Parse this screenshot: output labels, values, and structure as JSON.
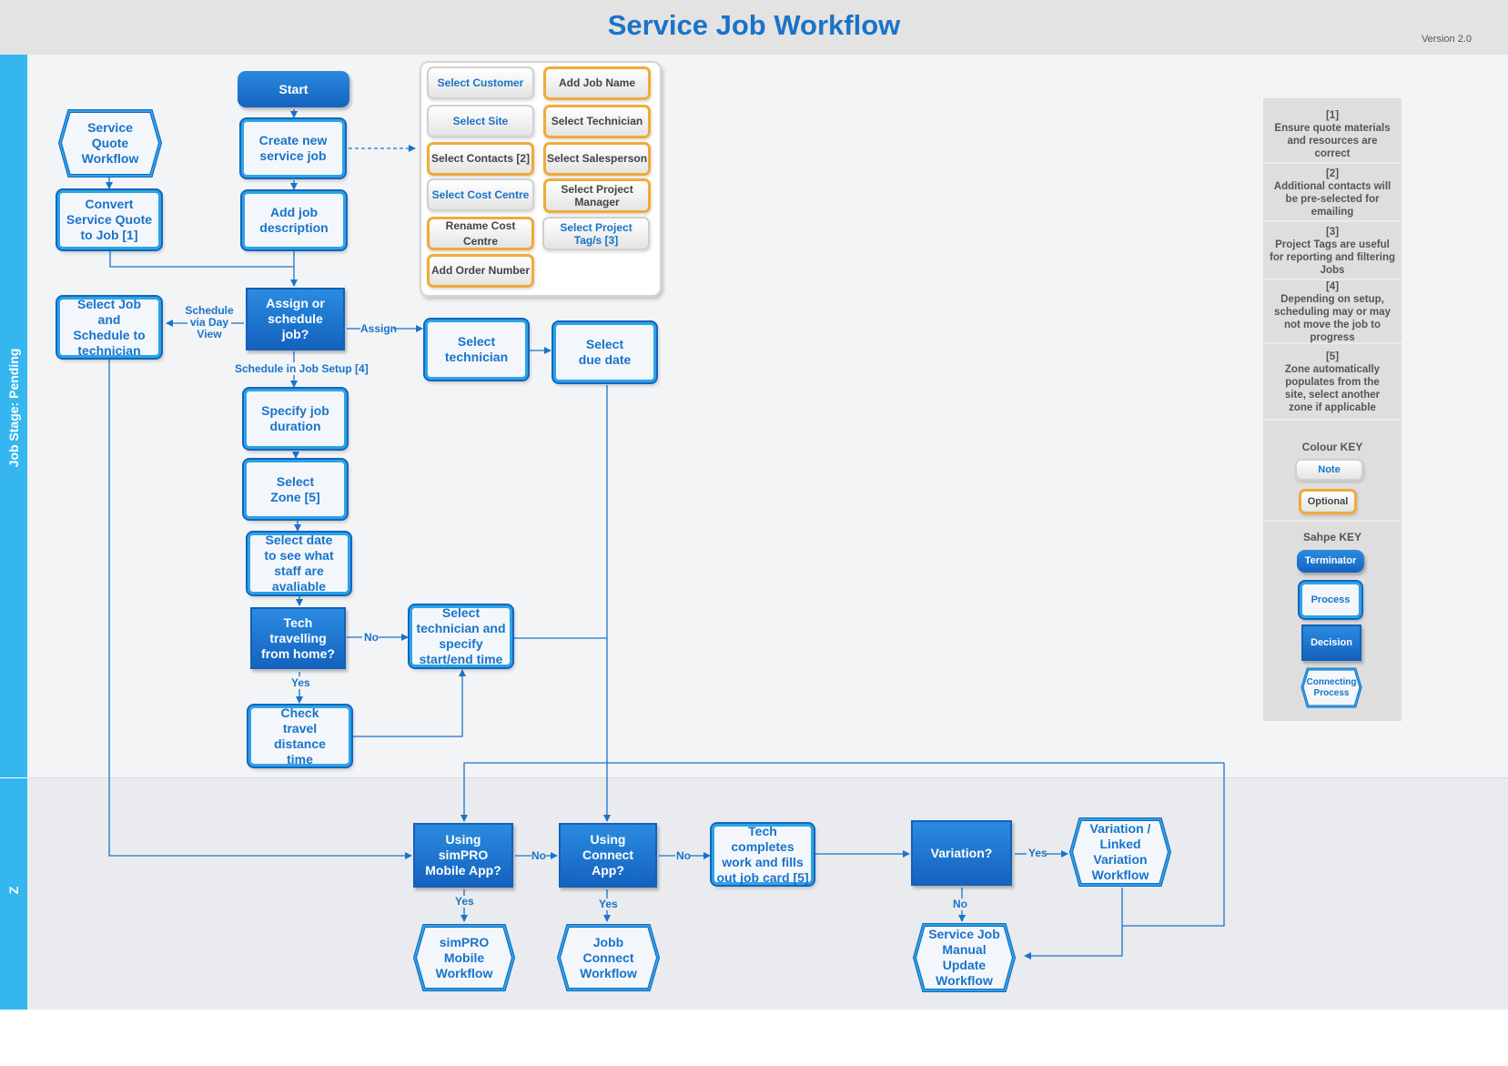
{
  "header": {
    "title": "Service Job Workflow",
    "version": "Version 2.0"
  },
  "lanes": {
    "pending": "Job Stage: Pending",
    "progress": "Z"
  },
  "nodes": {
    "start": "Start",
    "create_job": "Create new service job",
    "add_description": "Add job description",
    "service_quote_workflow": "Service Quote Workflow",
    "convert_quote": "Convert Service Quote to Job [1]",
    "assign_or_schedule": "Assign or schedule job?",
    "select_job_schedule": "Select Job and Schedule to technician",
    "select_technician": "Select technician",
    "select_due_date": "Select due date",
    "specify_duration": "Specify job duration",
    "select_zone": "Select Zone [5]",
    "select_date": "Select date to see what staff are avaliable",
    "tech_travelling": "Tech travelling from home?",
    "select_tech_time": "Select technician and specify start/end time",
    "check_travel": "Check travel distance time",
    "using_simpro_app": "Using simPRO Mobile App?",
    "using_connect_app": "Using Connect App?",
    "tech_completes": "Tech completes work and fills out job card [5]",
    "variation": "Variation?",
    "variation_workflow": "Variation / Linked Variation Workflow",
    "simpro_mobile_workflow": "simPRO Mobile Workflow",
    "jobb_connect_workflow": "Jobb Connect Workflow",
    "manual_update_workflow": "Service Job Manual Update Workflow"
  },
  "edge_labels": {
    "schedule_day_view": "Schedule via Day View",
    "assign": "Assign",
    "schedule_job_setup": "Schedule in Job Setup [4]",
    "no1": "No",
    "yes1": "Yes",
    "no2": "No",
    "no3": "No",
    "yes2": "Yes",
    "yes3": "Yes",
    "yes4": "Yes",
    "no4": "No"
  },
  "fields": {
    "select_customer": "Select Customer",
    "add_job_name": "Add Job Name",
    "select_site": "Select Site",
    "select_technician": "Select Technician",
    "select_contacts": "Select Contacts [2]",
    "select_salesperson": "Select Salesperson",
    "select_cost_centre": "Select Cost Centre",
    "select_project_manager": "Select Project Manager",
    "rename_cost_centre": "Rename Cost Centre",
    "select_project_tags": "Select Project Tag/s [3]",
    "add_order_number": "Add Order Number"
  },
  "notes": [
    {
      "num": "[1]",
      "text": "Ensure quote materials and resources are correct"
    },
    {
      "num": "[2]",
      "text": "Additional contacts will be pre-selected for emailing"
    },
    {
      "num": "[3]",
      "text": "Project Tags are useful for reporting and filtering Jobs"
    },
    {
      "num": "[4]",
      "text": "Depending on setup, scheduling may or may not move the job to progress"
    },
    {
      "num": "[5]",
      "text": "Zone automatically populates from the site, select another zone if applicable"
    }
  ],
  "colour_key": {
    "title": "Colour KEY",
    "note": "Note",
    "optional": "Optional"
  },
  "shape_key": {
    "title": "Sahpe KEY",
    "terminator": "Terminator",
    "process": "Process",
    "decision": "Decision",
    "connecting": "Connecting Process"
  },
  "colors": {
    "accent": "#1a73c9",
    "lane": "#35b6ef",
    "optional_border": "#f2a93b"
  }
}
